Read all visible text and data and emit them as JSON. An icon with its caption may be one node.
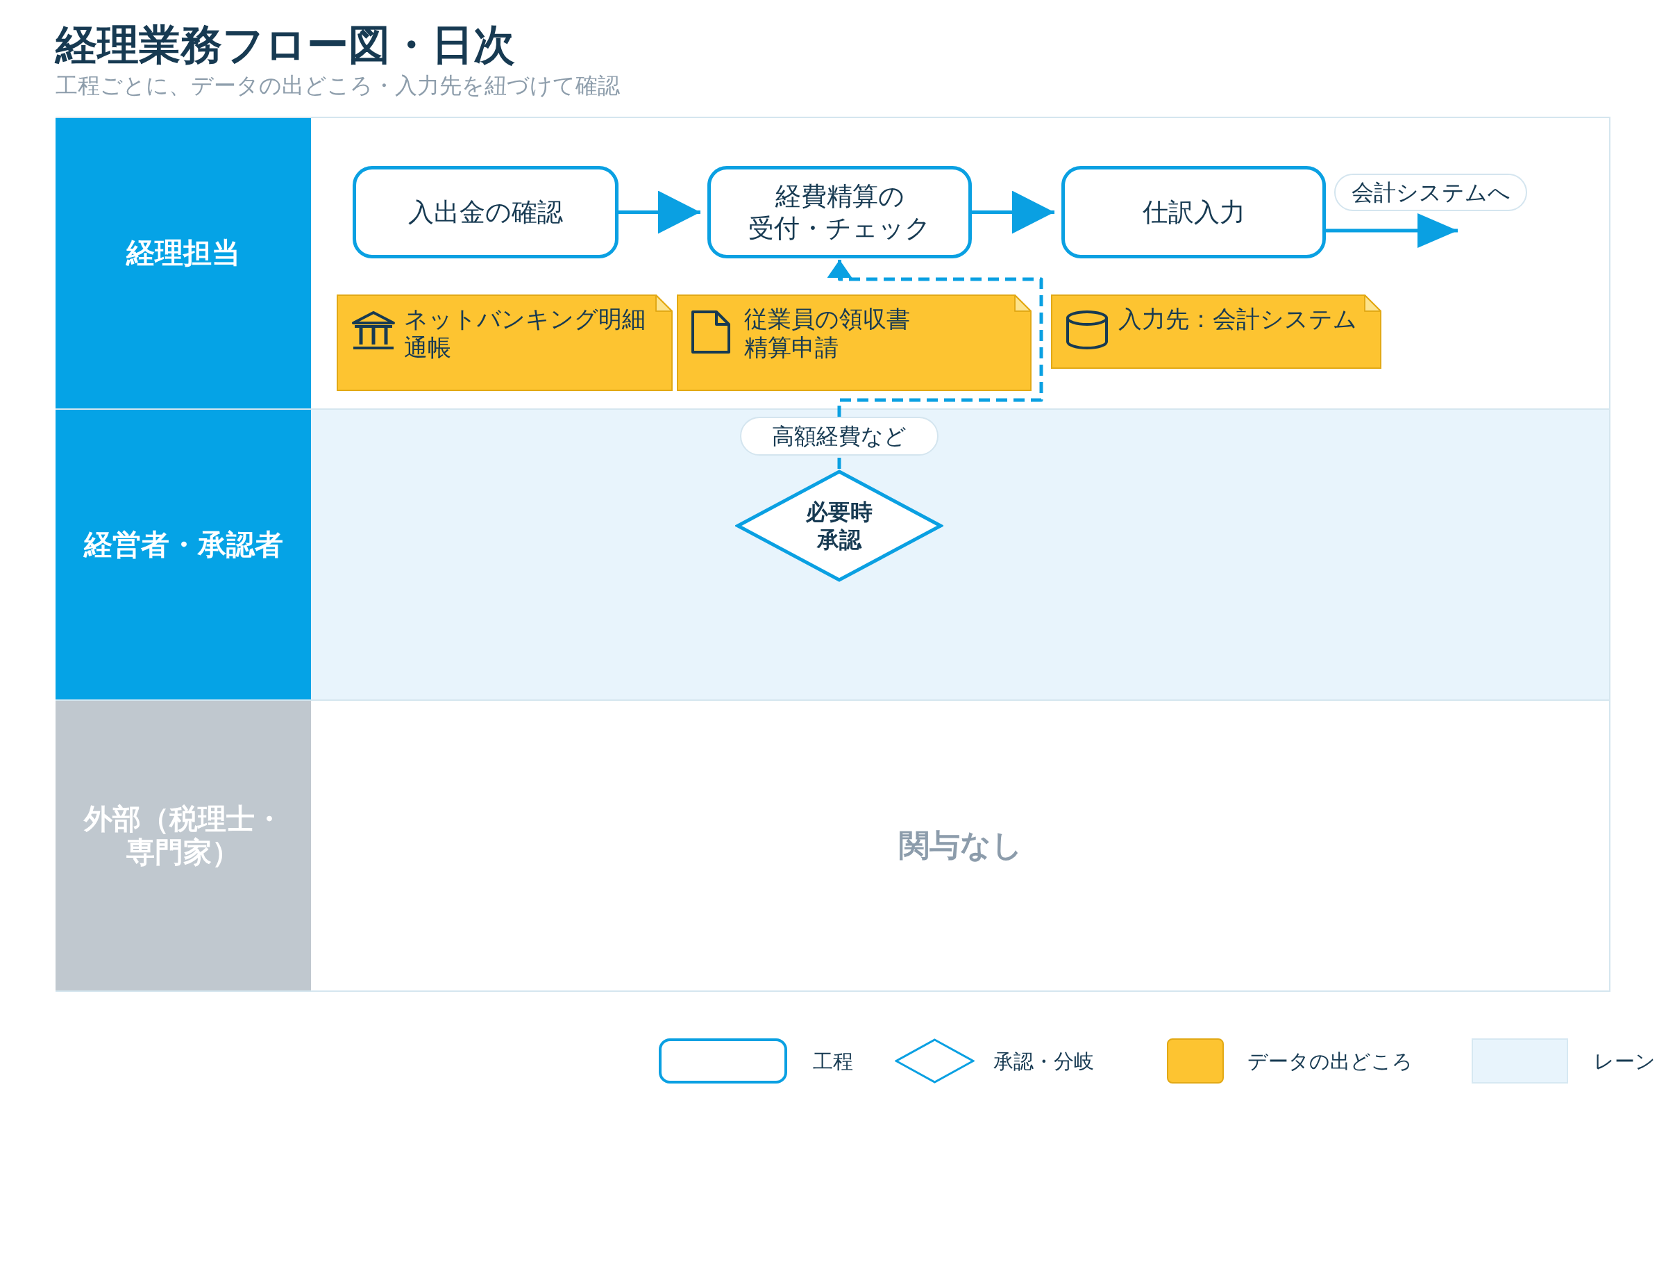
{
  "diagram": {
    "title": "経理業務フロー図・日次",
    "nodes": [
      {
        "text": [
          "経理担当"
        ]
      },
      {
        "text": [
          "入出金の確認"
        ],
        "in": 0
      },
      {
        "text": [
          "経費精算の受付・チェック"
        ],
        "in": 0
      },
      {
        "text": [
          "仕訳入力"
        ],
        "in": 0
      },
      {
        "text": [
          "ネットバンキング明細",
          "通帳"
        ],
        "in": 0
      },
      {
        "text": [
          "従業員の領収書",
          "精算申請"
        ],
        "in": 0
      },
      {
        "text": [
          "入力先：会計システム"
        ],
        "in": 0
      },
      {
        "text": [
          "経営者・承認者"
        ]
      },
      {
        "text": [
          "必要時承認"
        ],
        "in": 7
      },
      {
        "text": [
          "外部（税理士・専門家）",
          "関与なし"
        ]
      }
    ],
    "edges": [
      {
        "from": 1,
        "to": 2,
        "arrow": "to"
      },
      {
        "from": 2,
        "to": 3,
        "arrow": "to"
      },
      {
        "from": 3,
        "to": null,
        "arrow": "to",
        "label": "会計システムへ"
      },
      {
        "from": 8,
        "to": 2,
        "arrow": "to",
        "label": "高額経費など",
        "style": "dashed"
      }
    ],
    "labels": [
      "工程ごとに、データの出どころ・入力先を紐づけて確認"
    ],
    "legend": [
      {
        "text": "工程"
      },
      {
        "text": "承認・分岐"
      },
      {
        "text": "データの出どころ",
        "color": "#fdc431"
      },
      {
        "text": "レーン",
        "color": "#e8f4fc"
      }
    ]
  }
}
